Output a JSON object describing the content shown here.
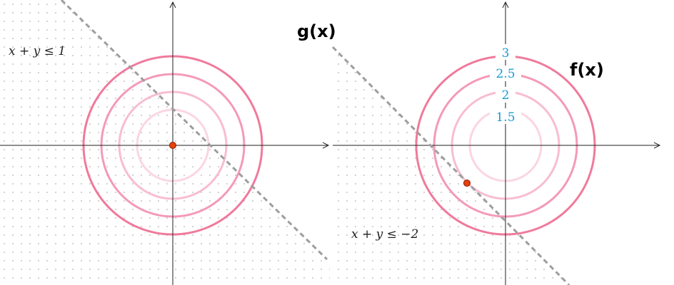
{
  "colors": {
    "level_3": "#f07a9c",
    "level_2_5": "#f49ab6",
    "level_2": "#f8bdd0",
    "level_1_5": "#fbd6e1",
    "constraint_line": "#9e9e9e",
    "point": "#e8400c",
    "contour_label": "#1a9bd6",
    "dots": "#c4c4c4",
    "axes": "#222222"
  },
  "panels": [
    {
      "function_label": "g(x)",
      "constraint_label": "x + y ≤ 1",
      "point_icon": "optimum-point-dot"
    },
    {
      "function_label": "f(x)",
      "constraint_label": "x + y ≤ −2",
      "contour_labels": [
        "3",
        "2.5",
        "2",
        "1.5"
      ],
      "point_icon": "optimum-point-dot"
    }
  ]
}
